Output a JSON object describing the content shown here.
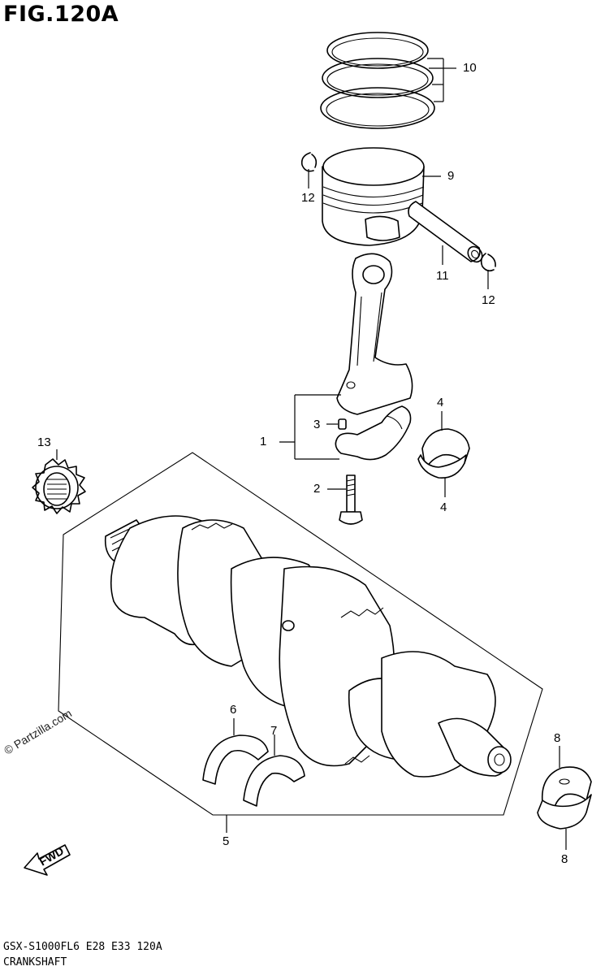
{
  "figure": {
    "title": "FIG.120A",
    "model_code": "GSX-S1000FL6  E28  E33  120A",
    "section_name": "CRANKSHAFT",
    "watermark": "© Partzilla.com",
    "direction_label": "FWD"
  },
  "callouts": {
    "c1": "1",
    "c2": "2",
    "c3": "3",
    "c4_top": "4",
    "c4_bottom": "4",
    "c5": "5",
    "c6": "6",
    "c7": "7",
    "c8_top": "8",
    "c8_bottom": "8",
    "c9": "9",
    "c10": "10",
    "c11": "11",
    "c12_left": "12",
    "c12_right": "12",
    "c13": "13"
  }
}
